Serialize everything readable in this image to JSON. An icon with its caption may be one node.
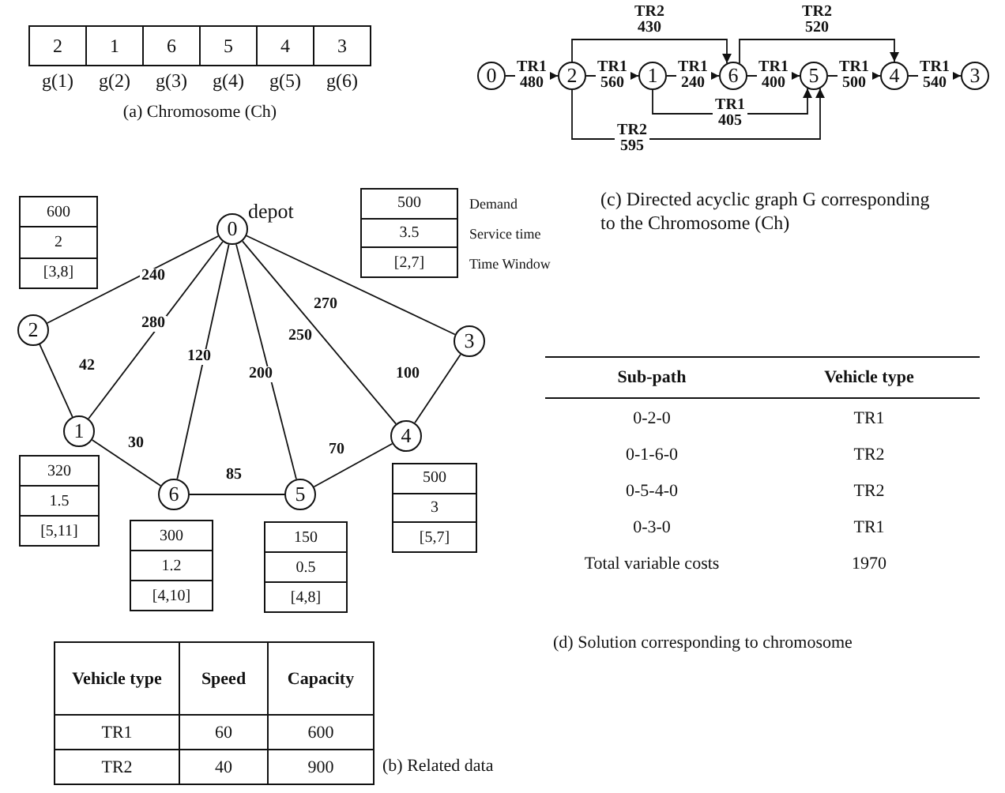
{
  "diagram": {
    "nodes": [
      {
        "text": [
          "0"
        ]
      },
      {
        "text": [
          "2"
        ]
      },
      {
        "text": [
          "1"
        ]
      },
      {
        "text": [
          "6"
        ]
      },
      {
        "text": [
          "5"
        ]
      },
      {
        "text": [
          "4"
        ]
      },
      {
        "text": [
          "3"
        ]
      },
      {
        "text": [
          "0"
        ],
        "beside": [
          "depot"
        ]
      },
      {
        "text": [
          "500",
          "3.5",
          "[2,7]"
        ]
      },
      {
        "text": [
          "600",
          "2",
          "[3,8]"
        ]
      },
      {
        "text": [
          "2"
        ]
      },
      {
        "text": [
          "3"
        ]
      },
      {
        "text": [
          "1"
        ]
      },
      {
        "text": [
          "4"
        ]
      },
      {
        "text": [
          "6"
        ]
      },
      {
        "text": [
          "5"
        ]
      },
      {
        "text": [
          "320",
          "1.5",
          "[5,11]"
        ]
      },
      {
        "text": [
          "500",
          "3",
          "[5,7]"
        ]
      },
      {
        "text": [
          "300",
          "1.2",
          "[4,10]"
        ]
      },
      {
        "text": [
          "150",
          "0.5",
          "[4,8]"
        ]
      }
    ],
    "edges": [
      {
        "from": 0,
        "to": 1,
        "arrow": "to",
        "label": "TR1 480"
      },
      {
        "from": 1,
        "to": 2,
        "arrow": "to",
        "label": "TR1 560"
      },
      {
        "from": 2,
        "to": 3,
        "arrow": "to",
        "label": "TR1 240"
      },
      {
        "from": 3,
        "to": 4,
        "arrow": "to",
        "label": "TR1 400"
      },
      {
        "from": 4,
        "to": 5,
        "arrow": "to",
        "label": "TR1 500"
      },
      {
        "from": 5,
        "to": 6,
        "arrow": "to",
        "label": "TR1 540"
      },
      {
        "from": 1,
        "to": 3,
        "arrow": "to",
        "label": "TR2 430"
      },
      {
        "from": 3,
        "to": 5,
        "arrow": "to",
        "label": "TR2 520"
      },
      {
        "from": 2,
        "to": 4,
        "arrow": "to",
        "label": "TR1 405"
      },
      {
        "from": 1,
        "to": 4,
        "arrow": "to",
        "label": "TR2 595"
      },
      {
        "from": 7,
        "to": 10,
        "arrow": "none",
        "label": "240"
      },
      {
        "from": 7,
        "to": 12,
        "arrow": "none",
        "label": "280"
      },
      {
        "from": 7,
        "to": 14,
        "arrow": "none",
        "label": "120"
      },
      {
        "from": 7,
        "to": 15,
        "arrow": "none",
        "label": "200"
      },
      {
        "from": 7,
        "to": 13,
        "arrow": "none",
        "label": "250"
      },
      {
        "from": 7,
        "to": 11,
        "arrow": "none",
        "label": "270"
      },
      {
        "from": 10,
        "to": 12,
        "arrow": "none",
        "label": "42"
      },
      {
        "from": 12,
        "to": 14,
        "arrow": "none",
        "label": "30"
      },
      {
        "from": 14,
        "to": 15,
        "arrow": "none",
        "label": "85"
      },
      {
        "from": 15,
        "to": 13,
        "arrow": "none",
        "label": "70"
      },
      {
        "from": 13,
        "to": 11,
        "arrow": "none",
        "label": "100"
      }
    ],
    "labels": [
      "2",
      "1",
      "6",
      "5",
      "4",
      "3",
      "g(1)",
      "g(2)",
      "g(3)",
      "g(4)",
      "g(5)",
      "g(6)",
      "(a) Chromosome (Ch)",
      "(c) Directed acyclic graph G corresponding to the Chromosome (Ch)",
      "Demand",
      "Service time",
      "Time Window",
      "Sub-path",
      "Vehicle type",
      "0-2-0",
      "TR1",
      "0-1-6-0",
      "TR2",
      "0-5-4-0",
      "TR2",
      "0-3-0",
      "TR1",
      "Total variable costs",
      "1970",
      "(d) Solution corresponding to chromosome",
      "Vehicle type",
      "Speed",
      "Capacity",
      "TR1",
      "60",
      "600",
      "TR2",
      "40",
      "900",
      "(b) Related data"
    ]
  }
}
